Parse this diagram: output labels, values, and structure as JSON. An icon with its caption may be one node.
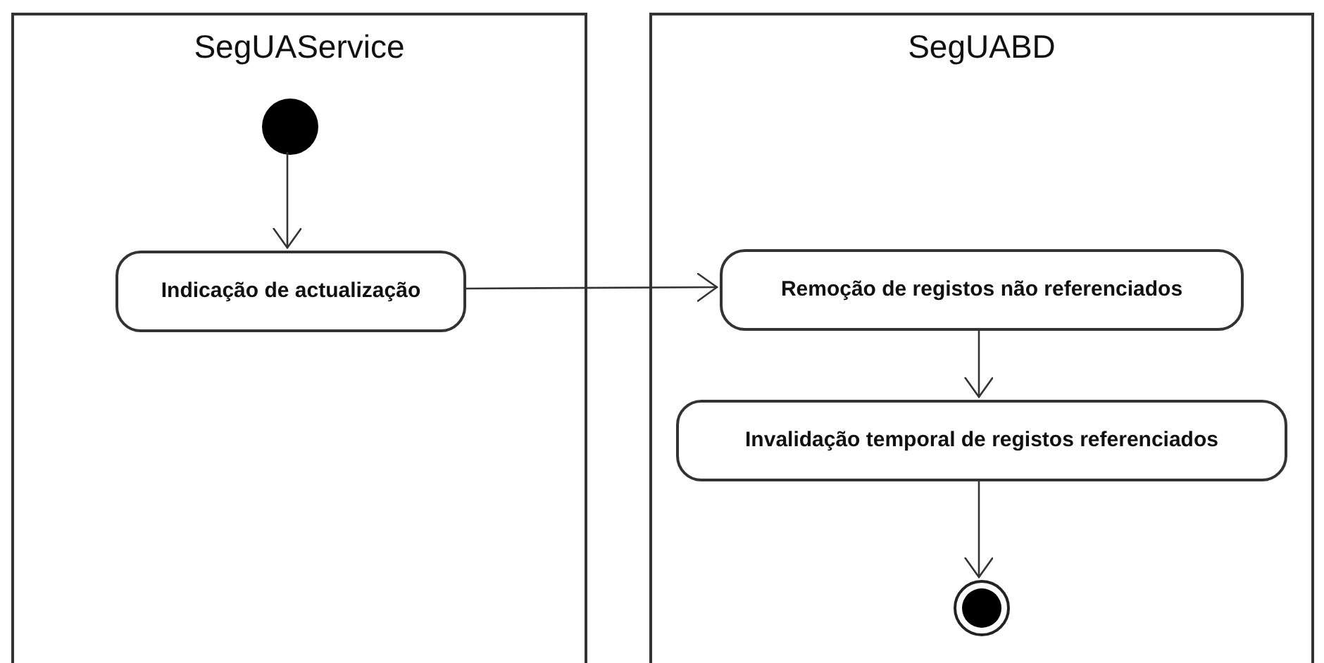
{
  "diagram": {
    "nodes": [
      {
        "text": [
          "SegUAService"
        ]
      },
      {
        "text": [],
        "shape": "circle",
        "in": 0
      },
      {
        "text": [
          "Indicação de actualização"
        ],
        "in": 0
      },
      {
        "text": [
          "SegUABD"
        ]
      },
      {
        "text": [
          "Remoção de registos não referenciados"
        ],
        "in": 3
      },
      {
        "text": [
          "Invalidação temporal de registos referenciados"
        ],
        "in": 3
      },
      {
        "text": [],
        "shape": "bullseye",
        "in": 3
      }
    ],
    "edges": [
      {
        "from": 1,
        "to": 2,
        "arrow": "to"
      },
      {
        "from": 2,
        "to": 4,
        "arrow": "to"
      },
      {
        "from": 4,
        "to": 5,
        "arrow": "to"
      },
      {
        "from": 5,
        "to": 6,
        "arrow": "to"
      }
    ]
  }
}
